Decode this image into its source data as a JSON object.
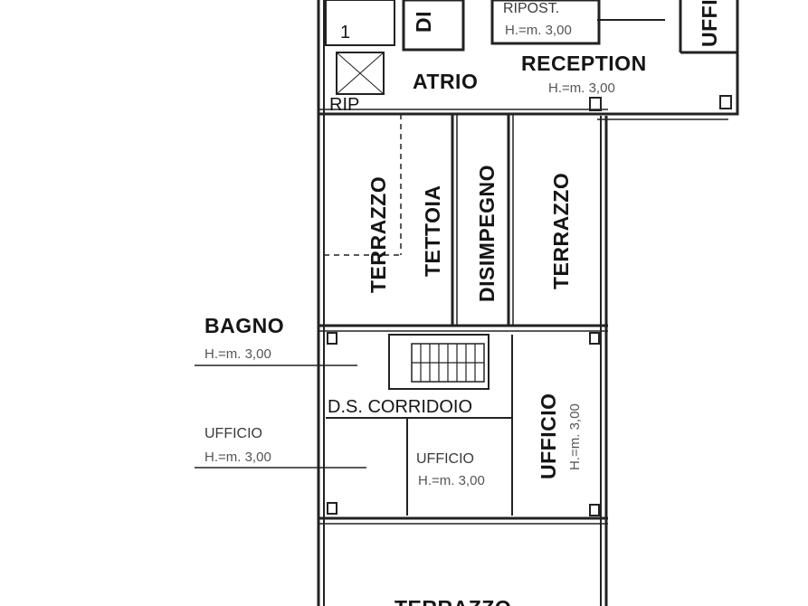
{
  "rooms": {
    "di": "DI",
    "wc_number": "1",
    "ripost": "RIPOST.",
    "ripost_h": "H.=m. 3,00",
    "uffi": "UFFI",
    "atrio": "ATRIO",
    "reception": "RECEPTION",
    "reception_h": "H.=m. 3,00",
    "rip_stub": "RIP",
    "terrazzo_left": "TERRAZZO",
    "tettoia": "TETTOIA",
    "disimpegno": "DISIMPEGNO",
    "terrazzo_right": "TERRAZZO",
    "bagno": "BAGNO",
    "bagno_h": "H.=m. 3,00",
    "ds_corridoio": "D.S. CORRIDOIO",
    "ufficio_left": "UFFICIO",
    "ufficio_left_h": "H.=m. 3,00",
    "ufficio_center": "UFFICIO",
    "ufficio_center_h": "H.=m. 3,00",
    "ufficio_right": "UFFICIO",
    "ufficio_right_h": "H.=m. 3,00",
    "terrazzo_bottom": "TERRAZZO"
  }
}
